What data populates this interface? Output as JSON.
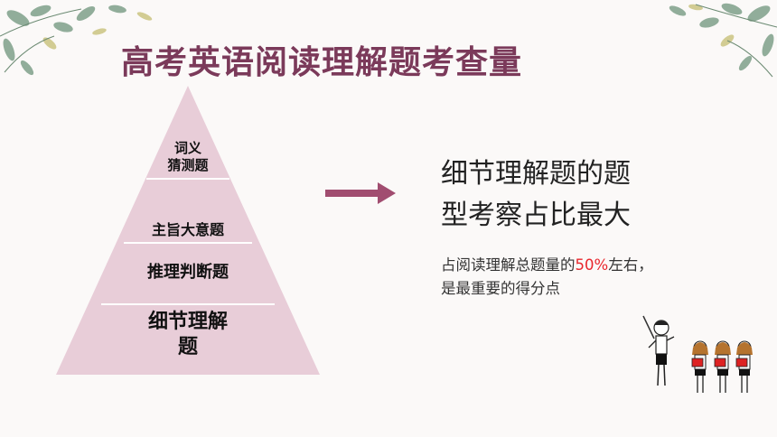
{
  "title": "高考英语阅读理解题考查量",
  "pyramid": {
    "tier1_line1": "词义",
    "tier1_line2": "猜测题",
    "tier2": "主旨大意题",
    "tier3": "推理判断题",
    "tier4_line1": "细节理解",
    "tier4_line2": "题"
  },
  "headline": {
    "line1": "细节理解题的题",
    "line2": "型考察占比最大"
  },
  "description": {
    "before": "占阅读理解总题量的",
    "highlight": "50%",
    "after": "左右，",
    "line2": "是最重要的得分点"
  },
  "colors": {
    "title": "#7b3a5a",
    "pyramid": "#e8cdd8",
    "arrow": "#a14d70",
    "highlight": "#e8262c"
  },
  "icons": [
    "leaf-decoration-left",
    "leaf-decoration-right",
    "right-arrow-icon",
    "students-cartoon"
  ]
}
